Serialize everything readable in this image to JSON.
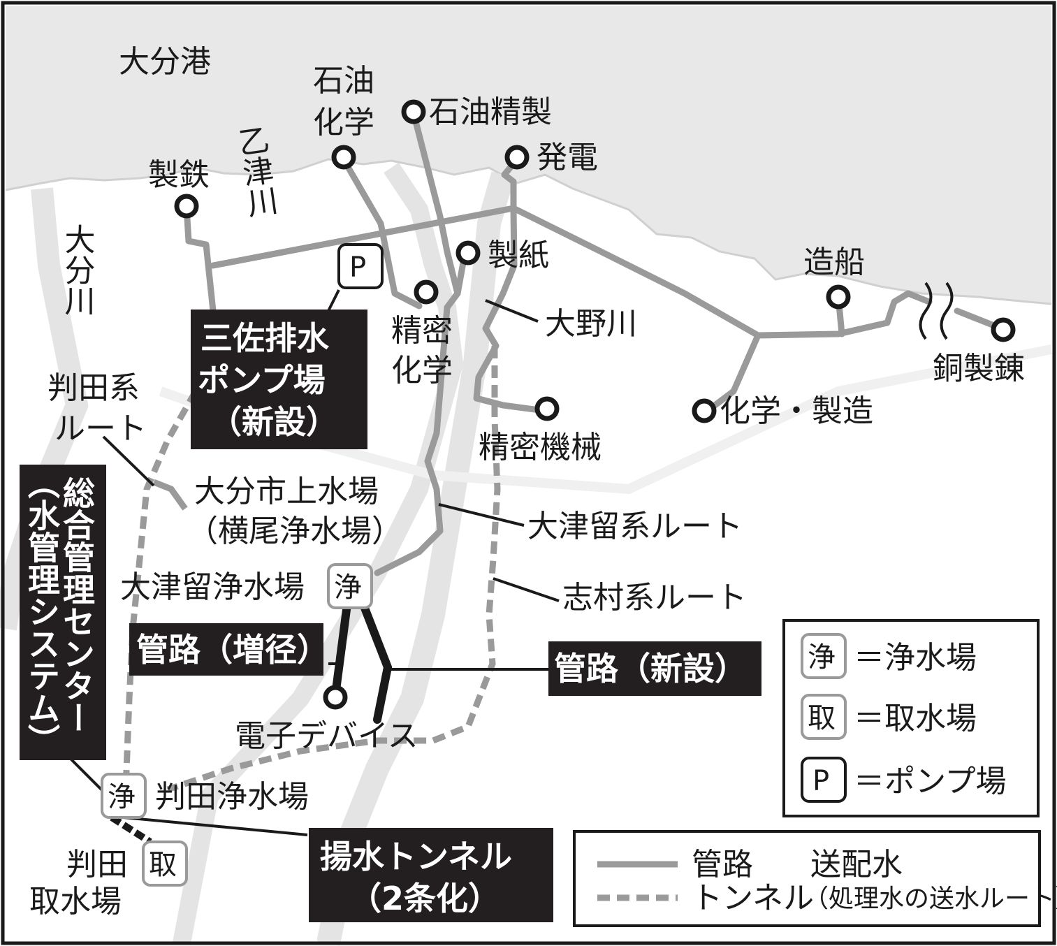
{
  "map": {
    "water": {
      "harbor": "大分港"
    },
    "rivers": {
      "otogawa": "乙津川",
      "oitagawa": "大分川",
      "onogawa": "大野川"
    },
    "facilities": {
      "seitetsu": "製鉄",
      "sekiyu_kagaku": "石油化学",
      "sekiyu_seisei": "石油精製",
      "hatsuden": "発電",
      "seishi": "製紙",
      "seimitsu_kagaku": "精密化学",
      "seimitsu_kikai": "精密機械",
      "zosen": "造船",
      "dou_seiren": "銅製錬",
      "kagaku_seizo": "化学・製造",
      "denshi_device": "電子デバイス"
    },
    "plants": {
      "ozuru_josui": "大津留浄水場",
      "handa_josui": "判田浄水場",
      "handa_shusui": "判田取水場",
      "oita_jousui": "大分市上水場",
      "yokoo_josui": "（横尾浄水場）",
      "badge_jou": "浄",
      "badge_shu": "取",
      "badge_pump": "P"
    },
    "routes": {
      "handa": "判田系ルート",
      "ozuru": "大津留系ルート",
      "shimura": "志村系ルート"
    },
    "callouts": {
      "pump_station": "三佐排水ポンプ場（新設）",
      "control_center": "総合管理センター（水管理システム）",
      "pipe_enlarge": "管路（増径）",
      "pipe_new": "管路（新設）",
      "tunnel": "揚水トンネル（2条化）"
    }
  },
  "legend": {
    "jou": "＝浄水場",
    "shu": "＝取水場",
    "pump": "＝ポンプ場",
    "pipe": "管路",
    "pipe_desc": "送配水",
    "tunnel": "トンネル",
    "tunnel_desc": "（処理水の送水ルート）"
  },
  "colors": {
    "sea": "#e8e8e8",
    "pipe": "#9a9a9a",
    "new_pipe": "#1a1a1a",
    "callout_bg": "#231f20",
    "river": "#e4e4e4"
  }
}
